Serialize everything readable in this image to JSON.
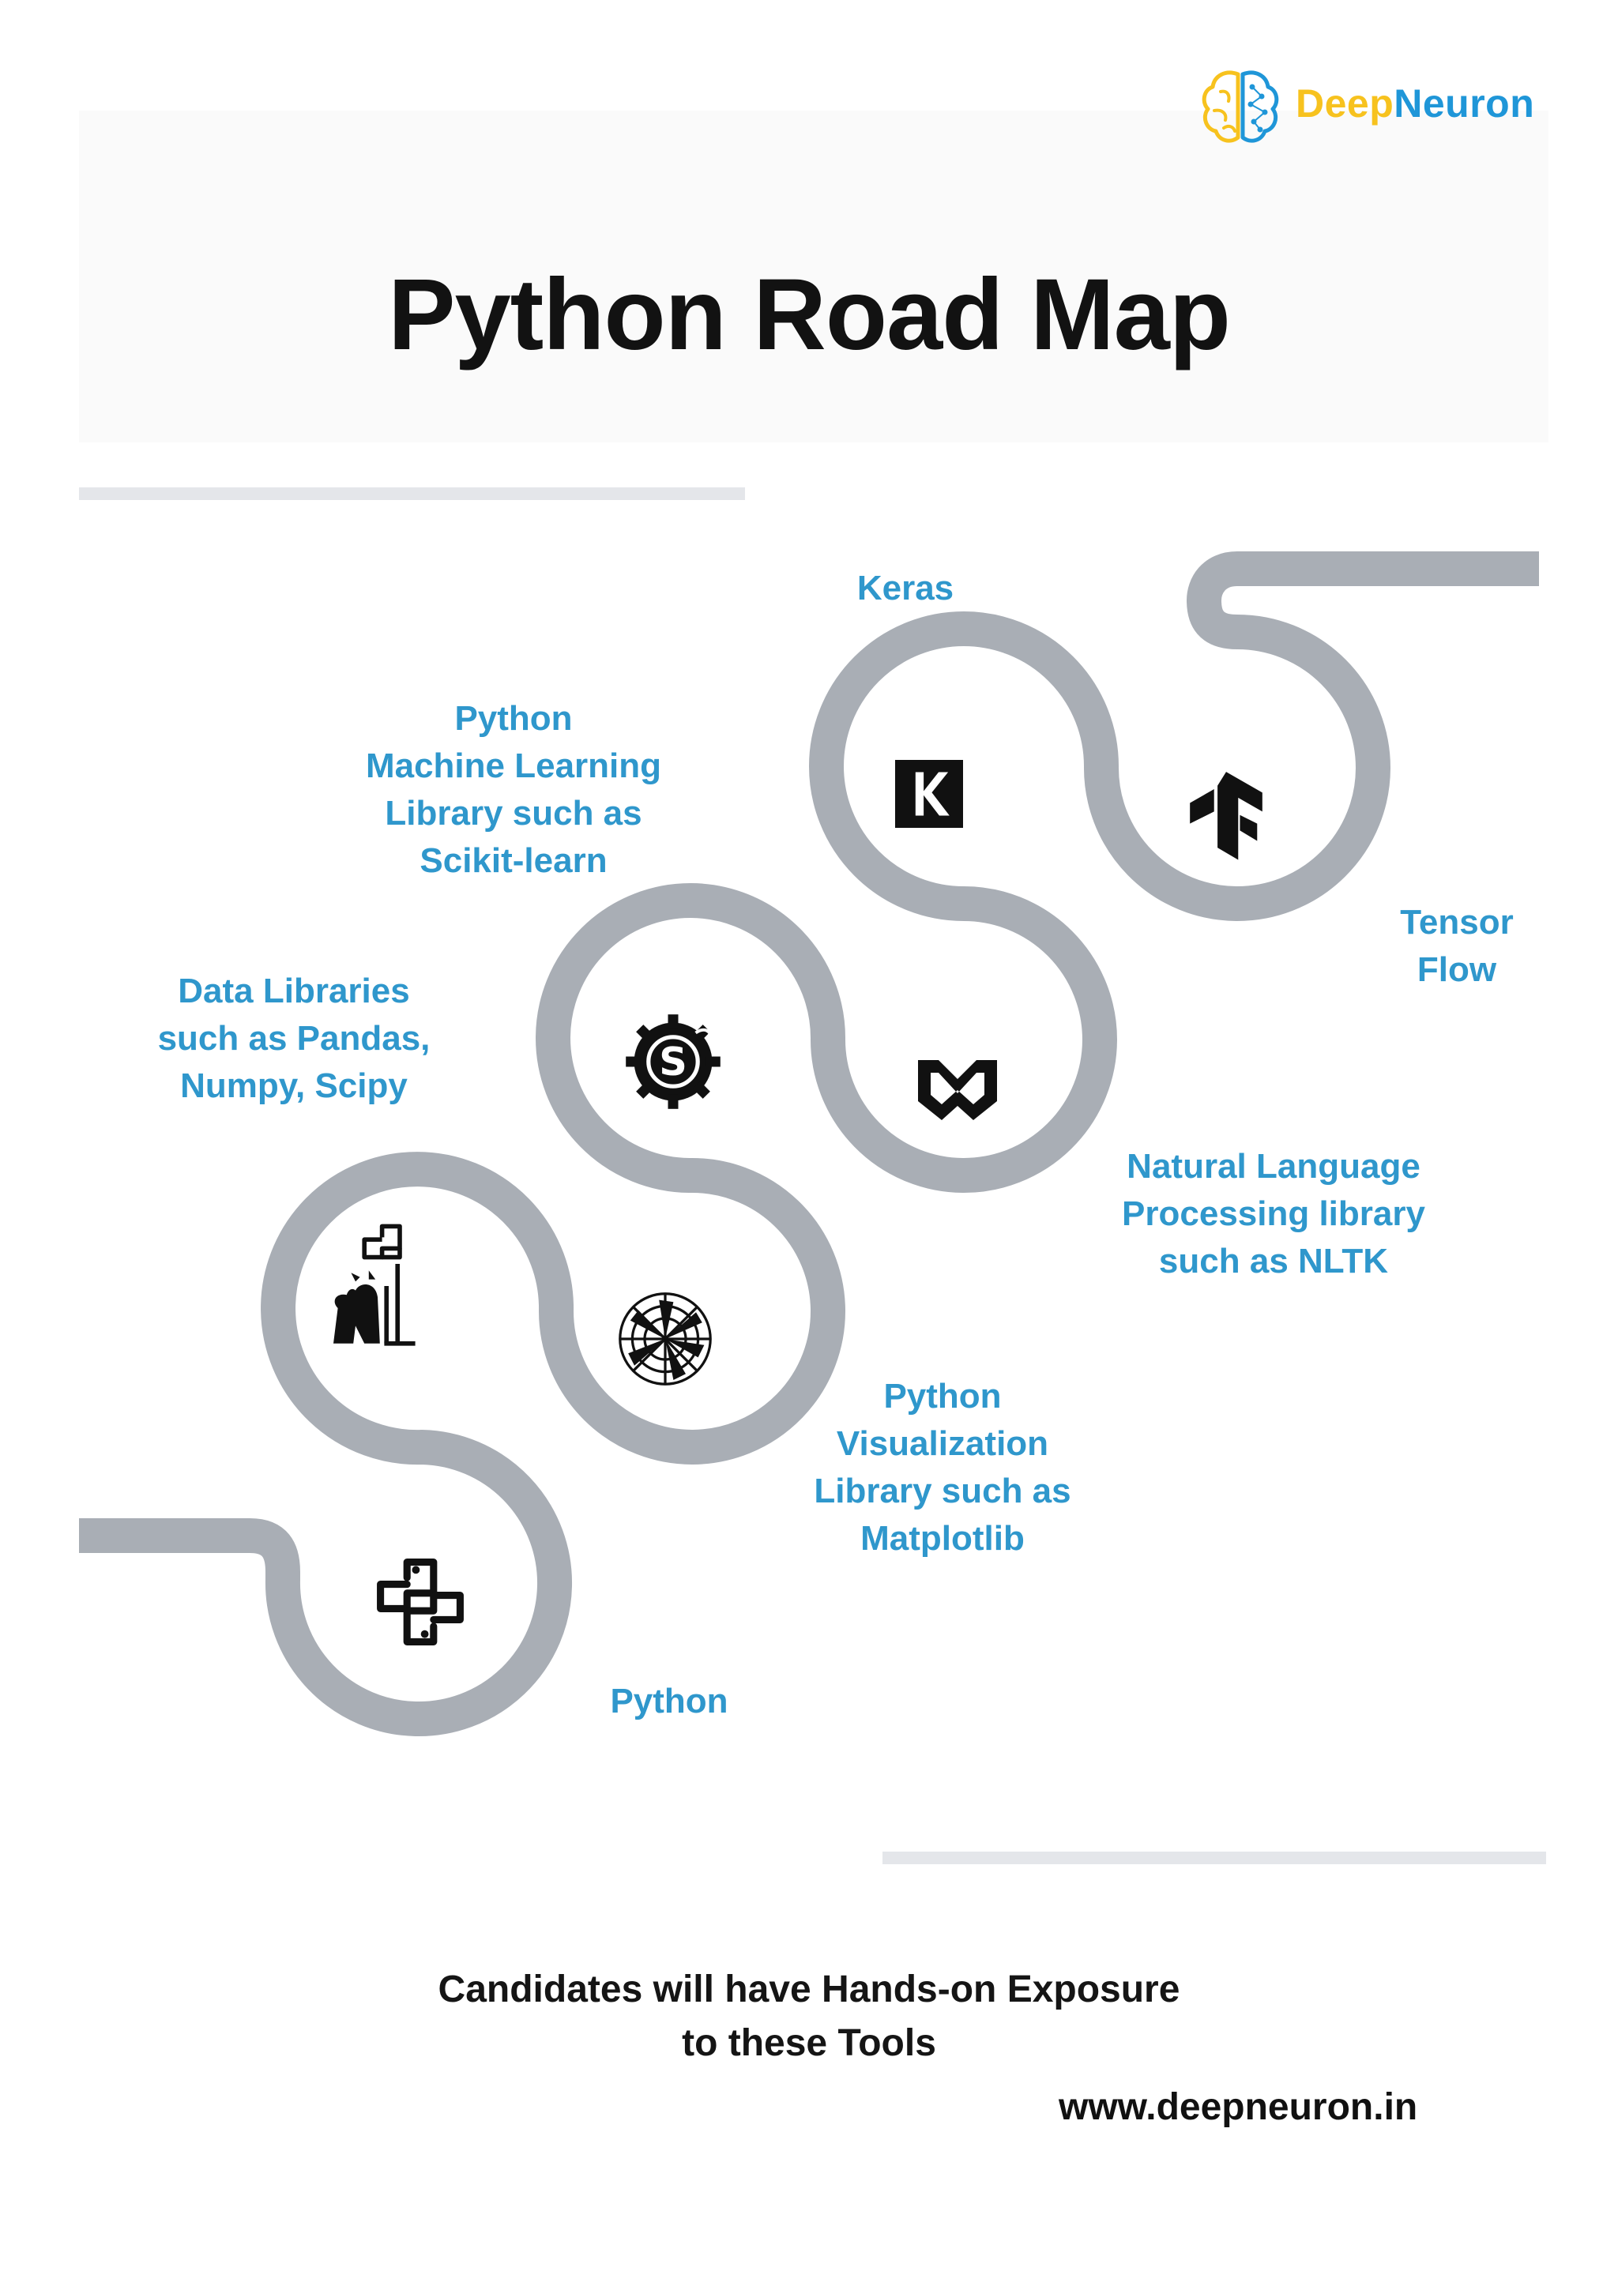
{
  "brand": {
    "name_part1": "Deep",
    "name_part2": "Neuron",
    "colors": {
      "yellow": "#f7c21e",
      "blue": "#1f96d8"
    },
    "icon": "brain-icon"
  },
  "title": "Python Road Map",
  "road_color": "#a9aeb5",
  "label_color": "#2f97cc",
  "steps": [
    {
      "label": "Python",
      "icon": "python-icon"
    },
    {
      "label": "Data Libraries\nsuch as Pandas,\nNumpy, Scipy",
      "icon": "pandas-icon"
    },
    {
      "label": "Python\nVisualization\nLibrary such as\nMatplotlib",
      "icon": "matplotlib-icon"
    },
    {
      "label": "Python\nMachine Learning\nLibrary such as\nScikit-learn",
      "icon": "scikit-learn-icon"
    },
    {
      "label": "Natural Language\nProcessing library\nsuch as NLTK",
      "icon": "nltk-icon"
    },
    {
      "label": "Keras",
      "icon": "keras-icon"
    },
    {
      "label": "Tensor\nFlow",
      "icon": "tensorflow-icon"
    }
  ],
  "footer": {
    "line1": "Candidates will have Hands-on Exposure",
    "line2": "to these Tools"
  },
  "website": "www.deepneuron.in"
}
